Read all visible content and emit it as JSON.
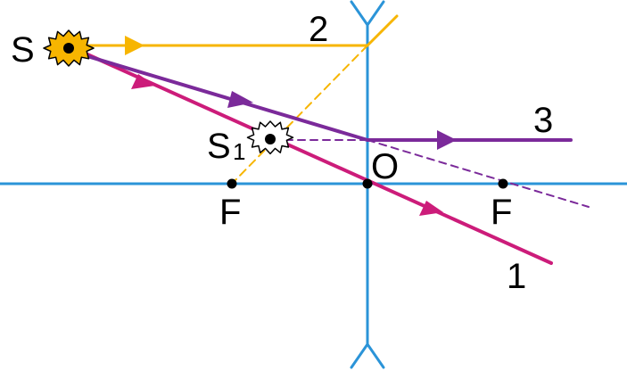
{
  "diagram": {
    "labels": {
      "source": "S",
      "image": "S",
      "image_subscript": "1",
      "center": "O",
      "focus_left": "F",
      "focus_right": "F",
      "ray1": "1",
      "ray2": "2",
      "ray3": "3"
    },
    "colors": {
      "axis": "#2b94d8",
      "lens": "#2b94d8",
      "ray1": "#cc1c7a",
      "ray2": "#f7b500",
      "ray3": "#7b2a9a",
      "source_fill": "#f7b500",
      "image_fill": "#ffffff",
      "point": "#000000"
    },
    "icons": {
      "source": "sun-star-icon",
      "image": "star-outline-icon"
    }
  }
}
